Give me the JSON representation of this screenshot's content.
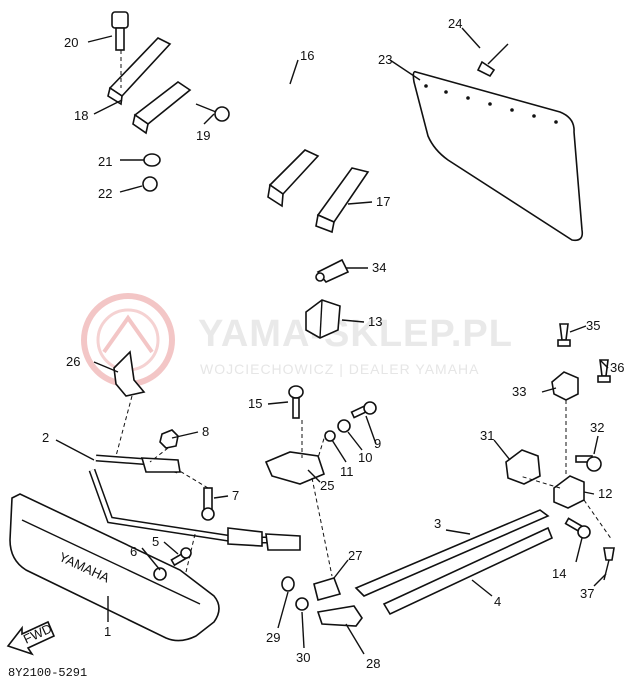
{
  "watermark": {
    "title": "YAMA-SKLEP.PL",
    "subtitle": "WOJCIECHOWICZ | DEALER YAMAHA"
  },
  "diagram_code": "8Y2100-5291",
  "bumper_text": "YAMAHA",
  "fwd_label": "FWD",
  "part_labels": [
    "1",
    "2",
    "3",
    "4",
    "5",
    "6",
    "7",
    "8",
    "9",
    "10",
    "11",
    "12",
    "13",
    "14",
    "15",
    "16",
    "17",
    "18",
    "19",
    "20",
    "21",
    "22",
    "23",
    "24",
    "25",
    "26",
    "27",
    "28",
    "29",
    "30",
    "31",
    "32",
    "33",
    "34",
    "35",
    "36",
    "37"
  ]
}
